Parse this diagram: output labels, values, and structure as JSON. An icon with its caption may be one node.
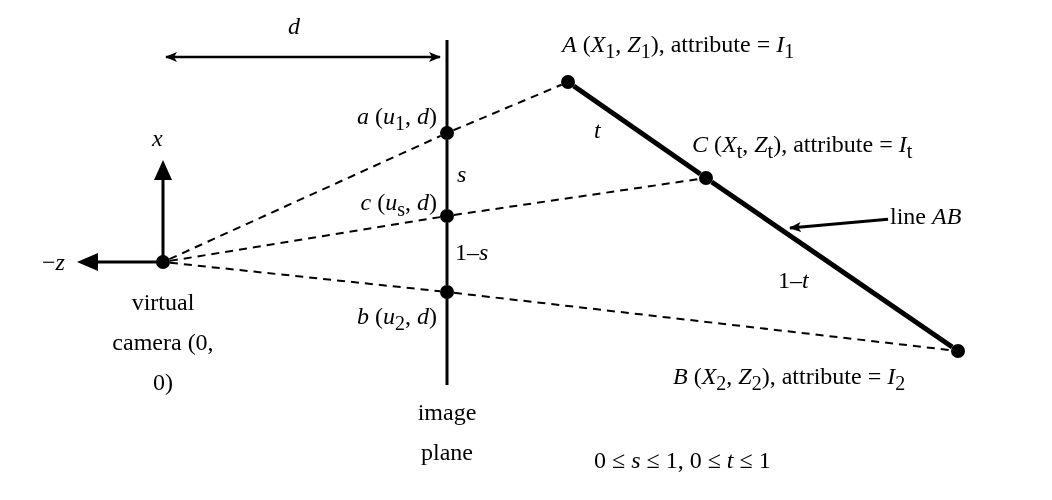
{
  "diagram": {
    "nodes": [
      {
        "text": [],
        "shape": "circle",
        "beside": [
          "virtual camera (0, 0)"
        ]
      },
      {
        "text": [],
        "shape": "circle",
        "beside": [
          "*a* (*u*$_{1}$, *d*)"
        ]
      },
      {
        "text": [],
        "shape": "circle",
        "beside": [
          "*c* (*u*$_{s}$, *d*)"
        ]
      },
      {
        "text": [],
        "shape": "circle",
        "beside": [
          "*b* (*u*$_{2}$, *d*)"
        ]
      },
      {
        "text": [],
        "shape": "circle",
        "beside": [
          "*A* (*X*$_{1}$, *Z*$_{1}$), attribute = *I*$_{1}$"
        ]
      },
      {
        "text": [],
        "shape": "circle",
        "beside": [
          "*C* (*X*$_{t}$, *Z*$_{t}$), attribute = *I*$_{t}$"
        ]
      },
      {
        "text": [],
        "shape": "circle",
        "beside": [
          "*B* (*X*$_{2}$, *Z*$_{2}$), attribute = *I*$_{2}$"
        ]
      },
      {
        "text": [
          "line *AB*"
        ]
      }
    ],
    "edges": [
      {
        "from": 0,
        "to": 1,
        "arrow": "none",
        "style": "dashed"
      },
      {
        "from": 1,
        "to": 4,
        "arrow": "none",
        "style": "dashed"
      },
      {
        "from": 0,
        "to": 2,
        "arrow": "none",
        "style": "dashed"
      },
      {
        "from": 2,
        "to": 5,
        "arrow": "none",
        "style": "dashed"
      },
      {
        "from": 0,
        "to": 3,
        "arrow": "none",
        "style": "dashed"
      },
      {
        "from": 3,
        "to": 6,
        "arrow": "none",
        "style": "dashed"
      },
      {
        "from": 4,
        "to": 5,
        "arrow": "none",
        "style": "thick",
        "label": "t"
      },
      {
        "from": 5,
        "to": 6,
        "arrow": "none",
        "style": "thick",
        "label": "1–*t*"
      },
      {
        "from": 1,
        "to": 2,
        "arrow": "none",
        "label": "s"
      },
      {
        "from": 2,
        "to": 3,
        "arrow": "none",
        "label": "1–*s*"
      },
      {
        "from": 7,
        "to": null,
        "arrow": "to"
      }
    ],
    "labels": [
      "d",
      "x",
      "−*z*",
      "image plane",
      "0 ≤ *s* ≤ 1,  0 ≤ *t* ≤ 1"
    ]
  }
}
